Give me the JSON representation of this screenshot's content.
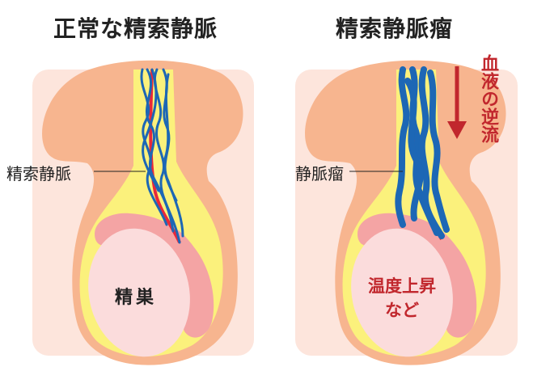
{
  "left_panel": {
    "title": "正常な精索静脈",
    "callout": "精索静脈",
    "testis_label": "精巣"
  },
  "right_panel": {
    "title": "精索静脈瘤",
    "callout": "静脈瘤",
    "effect_label": "温度上昇\nなど",
    "backflow_label": "血液の逆流"
  },
  "colors": {
    "background_panel": "#fde5dc",
    "scrotum": "#f7b58f",
    "fat_layer": "#fbf17c",
    "epididymis": "#f4a4a4",
    "testis": "#fbdcdc",
    "vein": "#1d67b5",
    "artery": "#e8283a",
    "warning_text": "#c1272d"
  }
}
